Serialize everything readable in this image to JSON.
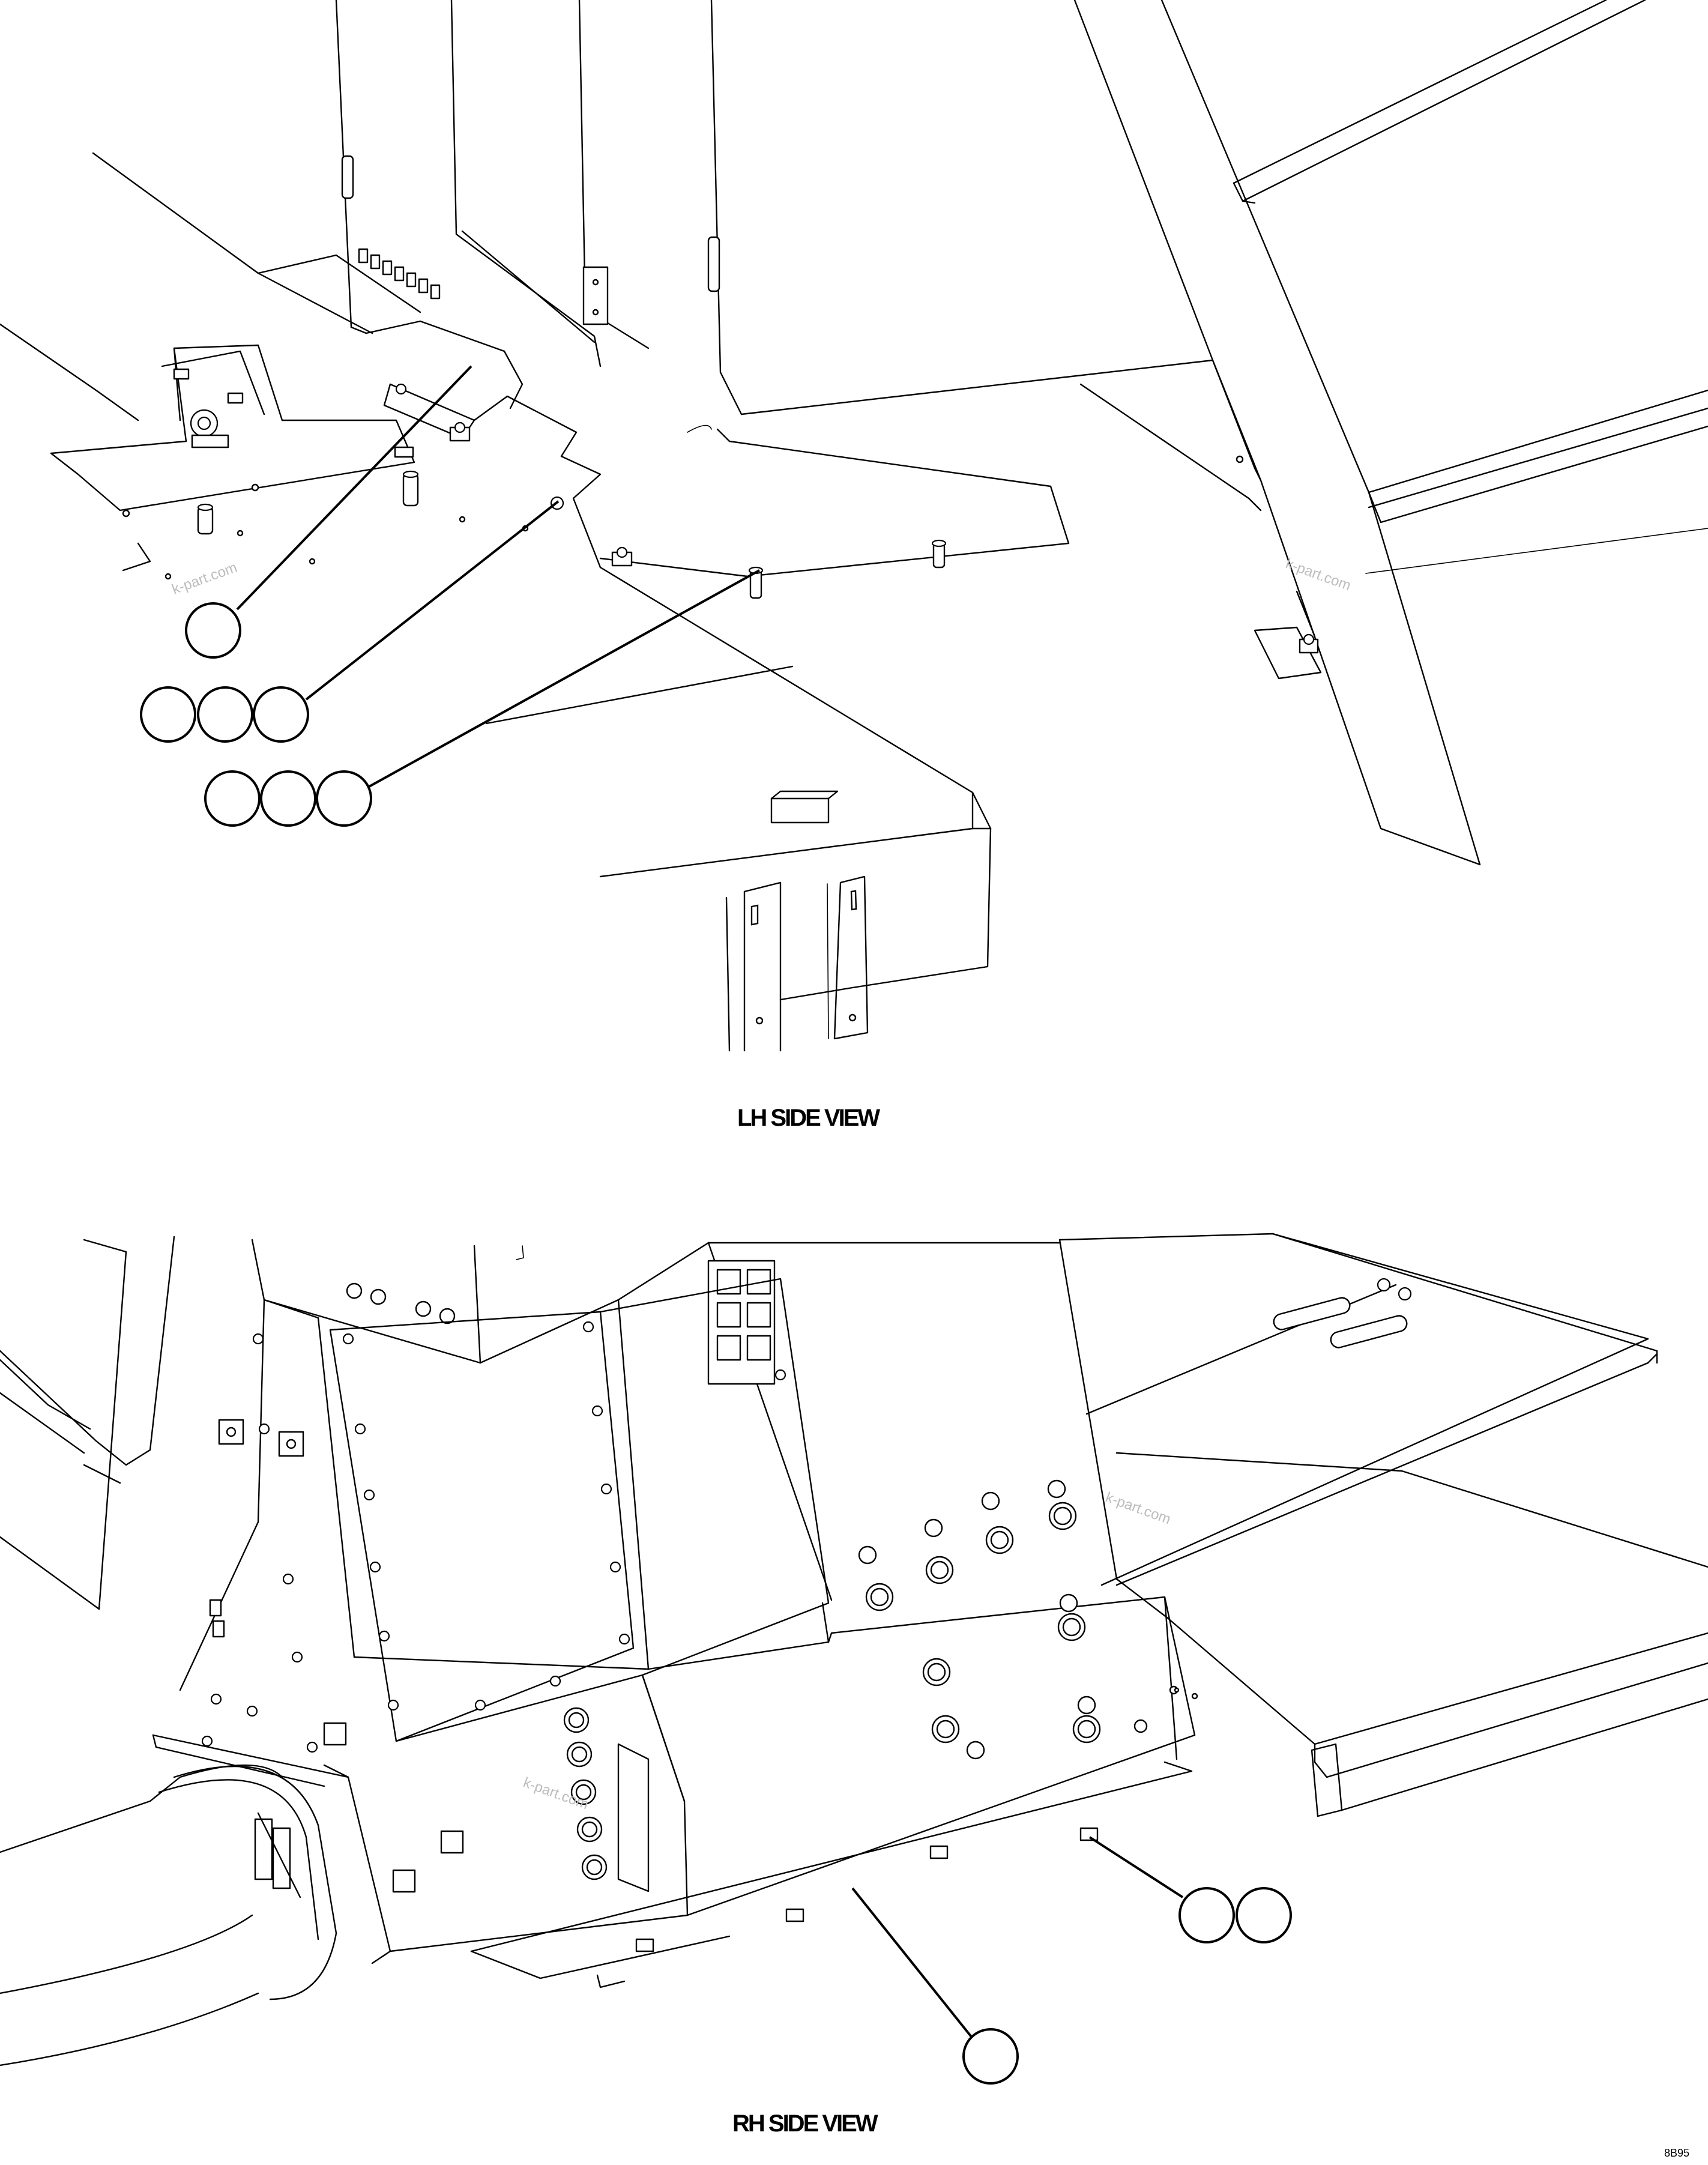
{
  "views": {
    "lh": {
      "label": "LH SIDE VIEW"
    },
    "rh": {
      "label": "RH SIDE VIEW"
    }
  },
  "watermark": "k-part.com",
  "figure_code": "8B95",
  "callouts": {
    "lh": [
      {
        "group": "lh-callout-1",
        "count": 1
      },
      {
        "group": "lh-callout-2",
        "count": 3
      },
      {
        "group": "lh-callout-3",
        "count": 3
      }
    ],
    "rh": [
      {
        "group": "rh-callout-1",
        "count": 2
      },
      {
        "group": "rh-callout-2",
        "count": 1
      }
    ]
  }
}
